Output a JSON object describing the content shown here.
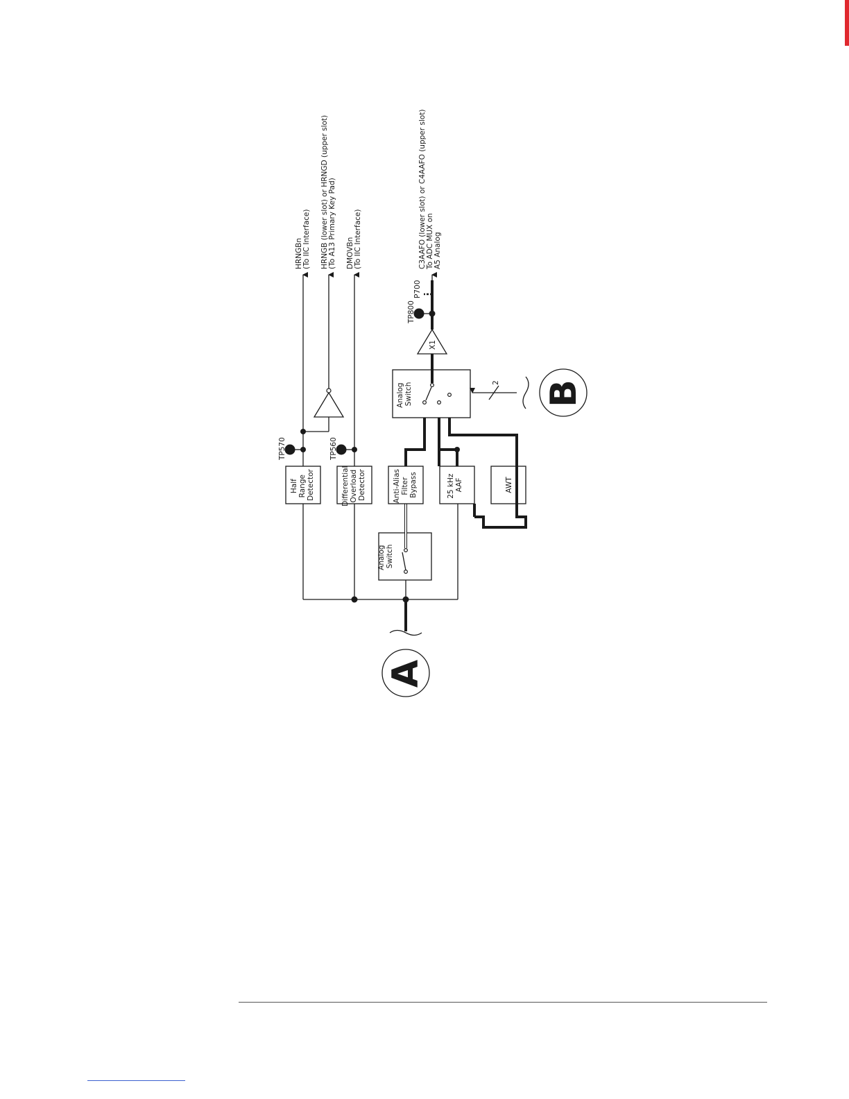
{
  "diagram": {
    "connectors": {
      "input": "A",
      "control": "B"
    },
    "blocks": {
      "half_range": [
        "Half",
        "Range",
        "Detector"
      ],
      "diff_overload": [
        "Differential",
        "Overload",
        "Detector"
      ],
      "aaf_bypass": [
        "Anti-Alias",
        "Filter",
        "Bypass"
      ],
      "aaf_25k": [
        "25 kHz",
        "AAF"
      ],
      "awt": [
        "AWT"
      ],
      "analog_switch_in": [
        "Analog",
        "Switch"
      ],
      "analog_switch_out": [
        "Analog",
        "Switch"
      ],
      "buffer": [
        "X1"
      ]
    },
    "test_points": {
      "tp570": "TP570",
      "tp560": "TP560",
      "tp800": "TP800",
      "p700": "P700"
    },
    "bus_width": "2",
    "outputs": {
      "hrngbn": [
        "HRNGBn",
        "(To IIC Interface)"
      ],
      "hrngb": [
        "HRNGB (lower slot) or HRNGD (upper slot)",
        "(To A13 Primary Key Pad)"
      ],
      "dmovbn": [
        "DMOVBn",
        "(To IIC Interface)"
      ],
      "c3aafo": [
        "C3AAFO (lower slot) or C4AAFO (upper slot)",
        "To ADC MUX on",
        "A5 Analog"
      ]
    }
  }
}
